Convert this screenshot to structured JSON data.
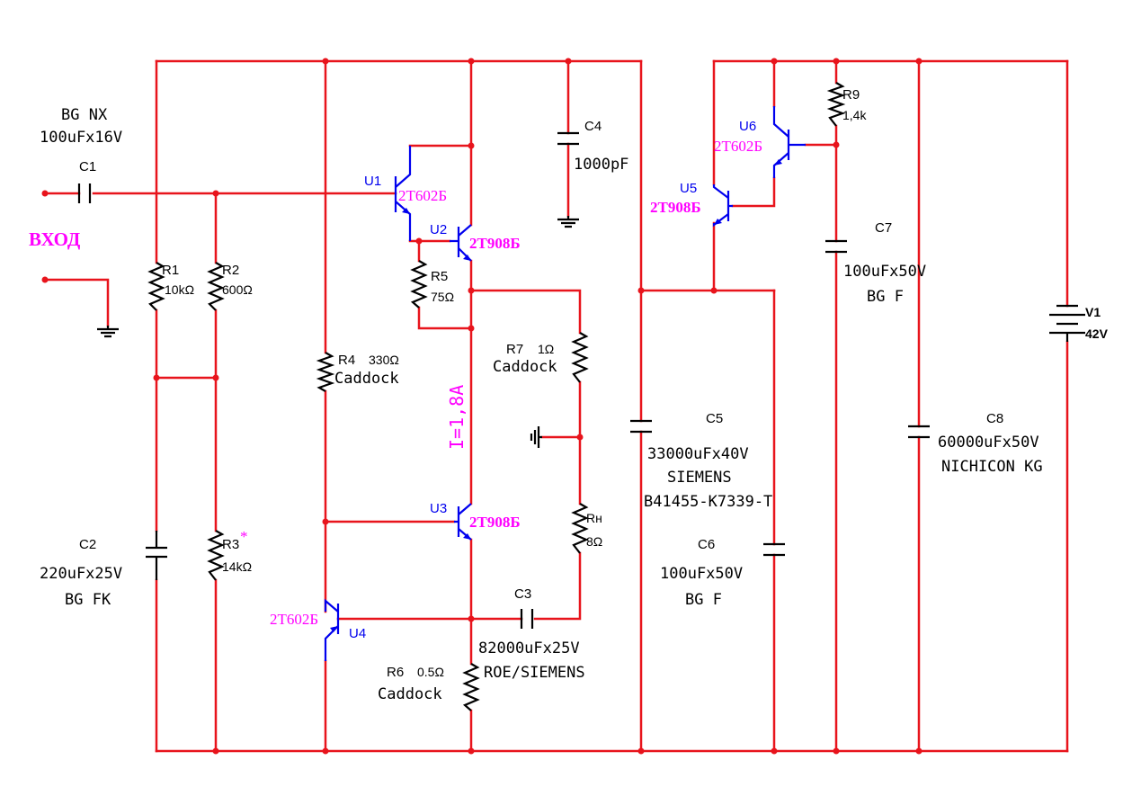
{
  "labels": {
    "input": "ВХОД",
    "current": "I=1,8A"
  },
  "C1": {
    "ref": "C1",
    "brand": "BG NX",
    "value": "100uFx16V"
  },
  "C2": {
    "ref": "C2",
    "value": "220uFx25V",
    "brand": "BG FK"
  },
  "C3": {
    "ref": "C3",
    "value": "82000uFx25V",
    "brand": "ROE/SIEMENS"
  },
  "C4": {
    "ref": "C4",
    "value": "1000pF"
  },
  "C5": {
    "ref": "C5",
    "value": "33000uFx40V",
    "brand": "SIEMENS",
    "part": "B41455-K7339-T"
  },
  "C6": {
    "ref": "C6",
    "value": "100uFx50V",
    "brand": "BG F"
  },
  "C7": {
    "ref": "C7",
    "value": "100uFx50V",
    "brand": "BG F"
  },
  "C8": {
    "ref": "C8",
    "value": "60000uFx50V",
    "brand": "NICHICON KG"
  },
  "R1": {
    "ref": "R1",
    "value": "10kΩ"
  },
  "R2": {
    "ref": "R2",
    "value": "600Ω"
  },
  "R3": {
    "ref": "R3",
    "mark": "*",
    "value": "14kΩ"
  },
  "R4": {
    "ref": "R4",
    "value": "330Ω",
    "brand": "Caddock"
  },
  "R5": {
    "ref": "R5",
    "value": "75Ω"
  },
  "R6": {
    "ref": "R6",
    "value": "0.5Ω",
    "brand": "Caddock"
  },
  "R7": {
    "ref": "R7",
    "value": "1Ω",
    "brand": "Caddock"
  },
  "R9": {
    "ref": "R9",
    "value": "1,4k"
  },
  "RL": {
    "ref": "Rн",
    "value": "8Ω"
  },
  "U1": {
    "ref": "U1",
    "part": "2T602Б"
  },
  "U2": {
    "ref": "U2",
    "part": "2T908Б"
  },
  "U3": {
    "ref": "U3",
    "part": "2T908Б"
  },
  "U4": {
    "ref": "U4",
    "part": "2T602Б"
  },
  "U5": {
    "ref": "U5",
    "part": "2T908Б"
  },
  "U6": {
    "ref": "U6",
    "part": "2T602Б"
  },
  "V1": {
    "ref": "V1",
    "value": "42V"
  },
  "colors": {
    "wire": "#e8141c",
    "symbol": "#000000",
    "transistor": "#0000ee",
    "label_accent": "#ff00ff"
  }
}
